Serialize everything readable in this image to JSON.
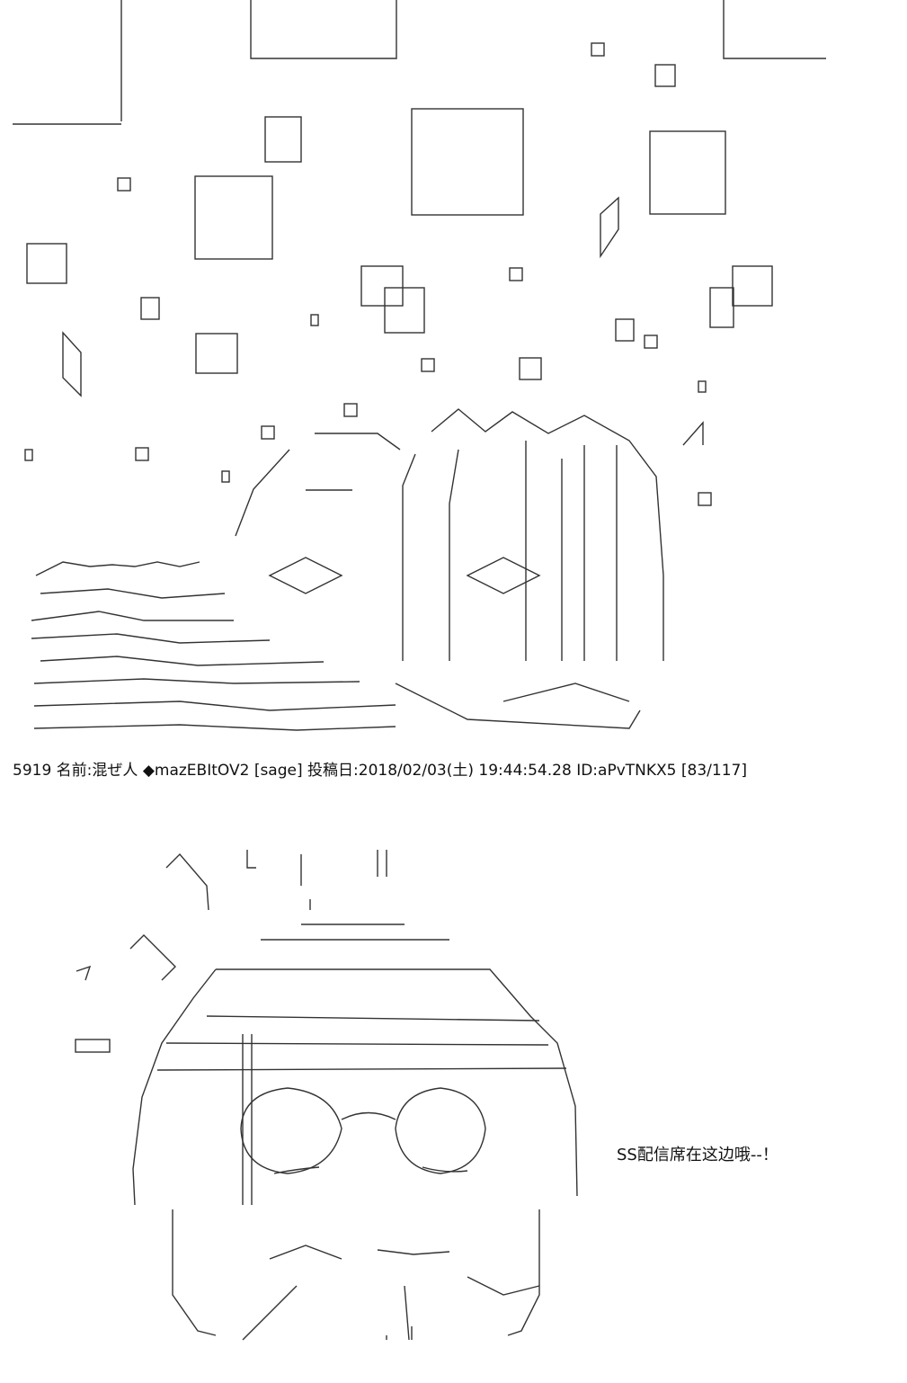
{
  "post": {
    "number": "5919",
    "name_label": "名前:",
    "name": "混ぜ人",
    "trip": "◆mazEBItOV2",
    "mail": "[sage]",
    "date_label": "投稿日:",
    "date": "2018/02/03(土) 19:44:54.28",
    "id": "ID:aPvTNKX5",
    "progress": "[83/117]"
  },
  "caption": "SS配信席在这边哦--！"
}
